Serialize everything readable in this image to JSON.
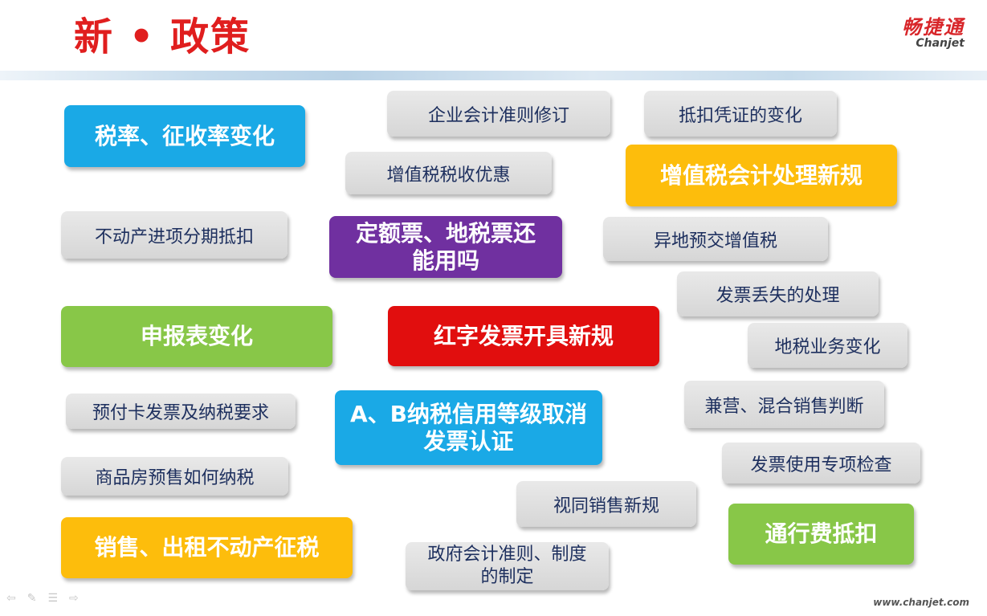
{
  "title": "新 • 政策",
  "logo": {
    "cn": "畅捷通",
    "en": "Chanjet"
  },
  "footer_url": "www.chanjet.com",
  "nav_icons": [
    "left-arrow-icon",
    "pen-icon",
    "menu-icon",
    "right-arrow-icon"
  ],
  "tags": {
    "t1": "税率、征收率变化",
    "t2": "企业会计准则修订",
    "t3": "抵扣凭证的变化",
    "t4": "增值税税收优惠",
    "t5": "增值税会计处理新规",
    "t6": "不动产进项分期抵扣",
    "t7": "定额票、地税票还能用吗",
    "t8": "异地预交增值税",
    "t9": "发票丢失的处理",
    "t10": "申报表变化",
    "t11": "红字发票开具新规",
    "t12": "地税业务变化",
    "t13": "预付卡发票及纳税要求",
    "t14": "A、B纳税信用等级取消发票认证",
    "t15": "兼营、混合销售判断",
    "t16": "商品房预售如何纳税",
    "t17": "发票使用专项检查",
    "t18": "视同销售新规",
    "t19": "通行费抵扣",
    "t20": "销售、出租不动产征税",
    "t21": "政府会计准则、制度的制定"
  },
  "colors": {
    "title": "#e01e1e",
    "blue": "#1aa9e6",
    "yellow": "#fdbd0c",
    "purple": "#7030a0",
    "green": "#88c748",
    "red": "#e10e0e",
    "gray_text": "#1d2f5e"
  }
}
